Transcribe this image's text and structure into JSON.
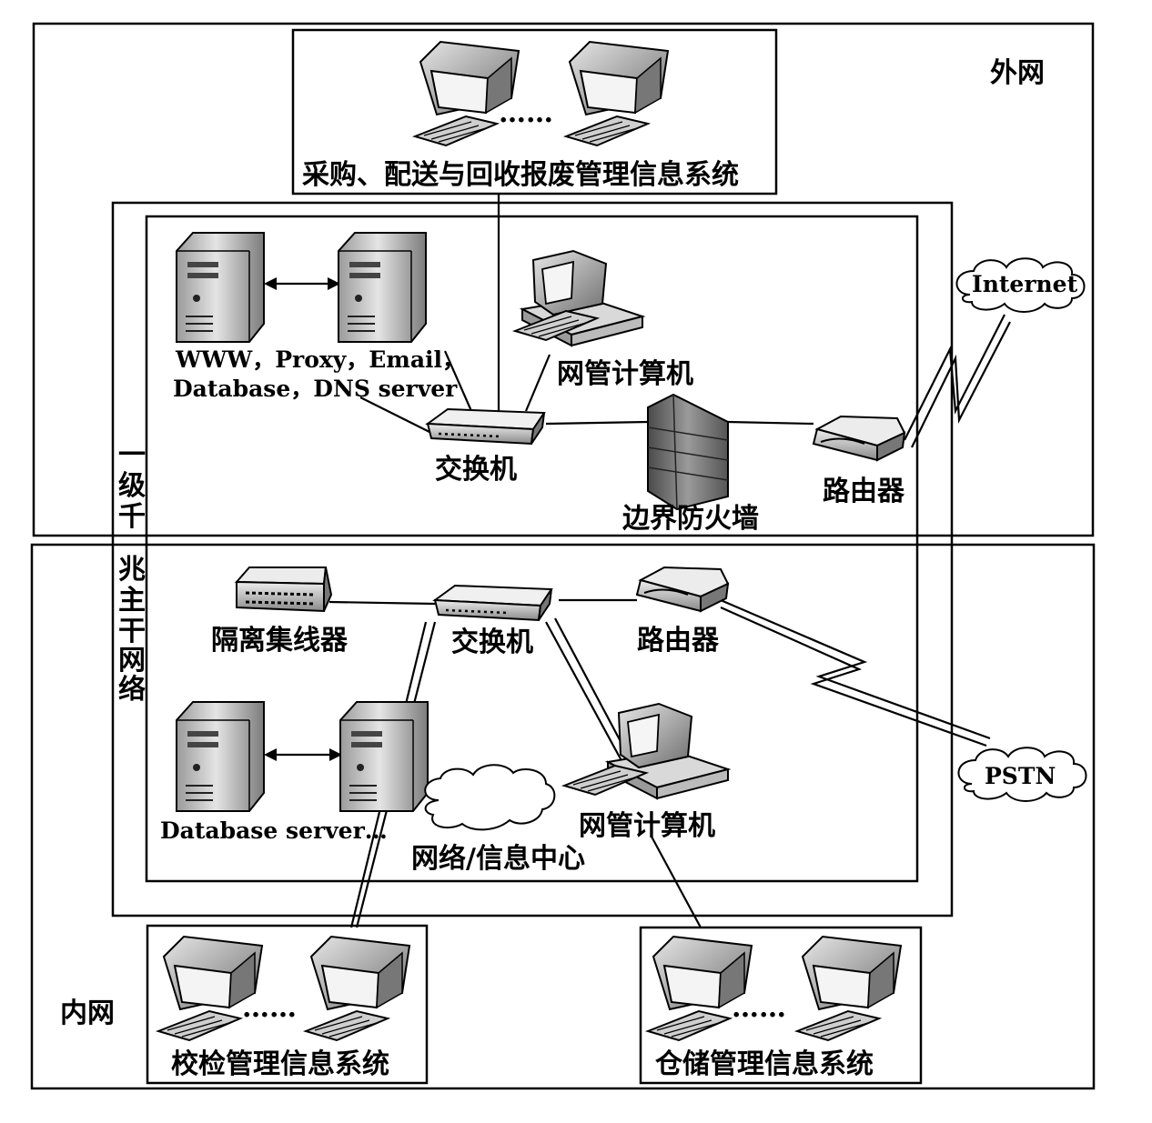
{
  "zones": {
    "outer_net": "外网",
    "inner_net": "内网",
    "backbone": [
      "一",
      "级",
      "千",
      "兆",
      "主",
      "干",
      "网",
      "络"
    ]
  },
  "systems": {
    "procurement": "采购、配送与回收报废管理信息系统",
    "inspection": "校检管理信息系统",
    "warehouse": "仓储管理信息系统",
    "ellipsis": "……"
  },
  "external_servers": {
    "line1": "WWW，Proxy，Email，",
    "line2": "Database，DNS server"
  },
  "devices": {
    "switch_top": "交换机",
    "switch_bottom": "交换机",
    "nms_top": "网管计算机",
    "nms_bottom": "网管计算机",
    "firewall": "边界防火墙",
    "router_top": "路由器",
    "router_bottom": "路由器",
    "isolation_hub": "隔离集线器",
    "db_servers": "Database server…",
    "info_center": "网络/信息中心"
  },
  "clouds": {
    "internet": "Internet",
    "pstn": "PSTN"
  }
}
